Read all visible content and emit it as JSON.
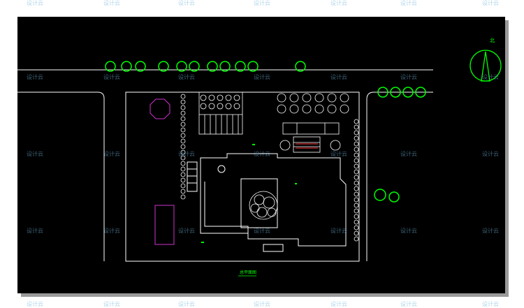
{
  "watermark": {
    "text": "设计云",
    "color": "#6fb3d8"
  },
  "drawing": {
    "background": "#000000",
    "line_color": "#ffffff",
    "tree_color": "#00ff00",
    "planter_color": "#cc33cc",
    "north_label": "北",
    "site_plan_label": "总平面图",
    "icons": [
      "north-arrow-icon",
      "tree-icon",
      "fountain-icon"
    ]
  }
}
